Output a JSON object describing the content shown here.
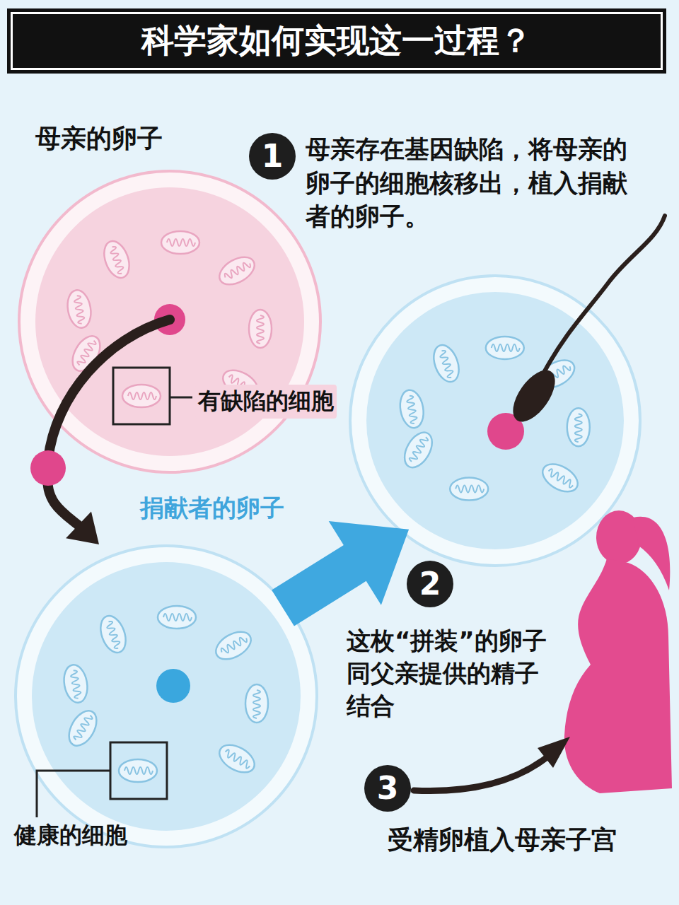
{
  "diagram": {
    "title": "科学家如何实现这一过程？",
    "nodes": [
      {
        "text": [
          "母亲的卵子"
        ]
      },
      {
        "text": [
          "1",
          "母亲存在基因缺陷，将母亲的卵子的细胞核移出，植入捐献者的卵子。"
        ]
      },
      {
        "text": [
          "捐献者的卵子"
        ]
      },
      {
        "text": [
          "2",
          "这枚“拼装”的卵子同父亲提供的精子结合"
        ]
      },
      {
        "text": [
          "3",
          "受精卵植入母亲子宫"
        ]
      }
    ],
    "edges": [
      {
        "from": 0,
        "to": 2,
        "arrow": "to"
      }
    ],
    "labels": [
      "有缺陷的细胞",
      "健康的细胞"
    ]
  }
}
